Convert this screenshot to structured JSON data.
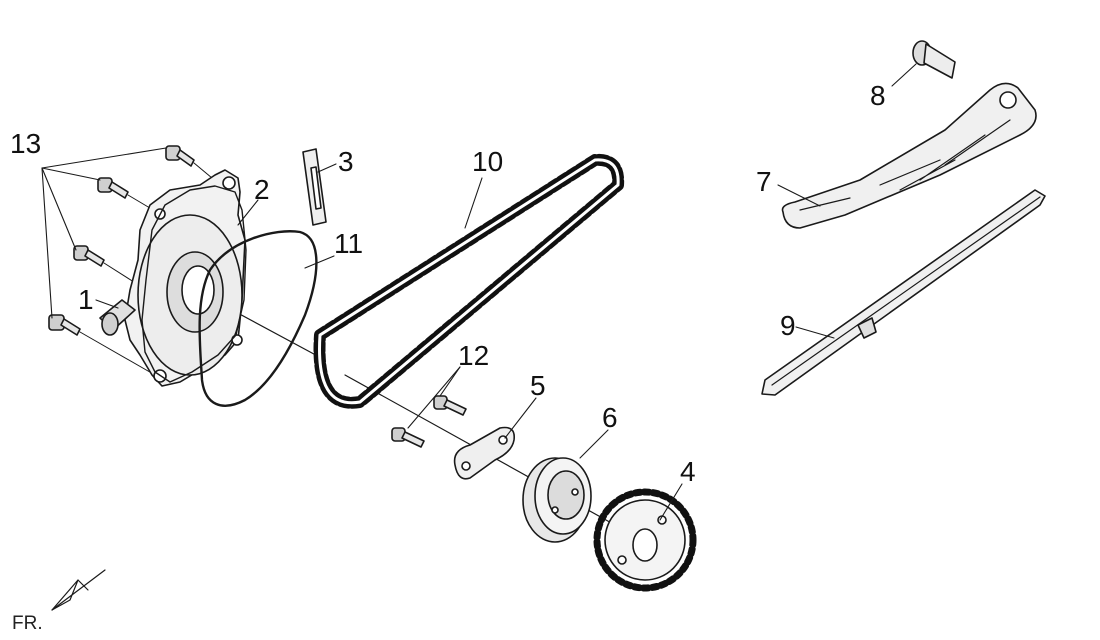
{
  "diagram": {
    "callouts": {
      "c1": "1",
      "c2": "2",
      "c3": "3",
      "c4": "4",
      "c5": "5",
      "c6": "6",
      "c7": "7",
      "c8": "8",
      "c9": "9",
      "c10": "10",
      "c11": "11",
      "c12": "12",
      "c13": "13"
    },
    "direction_label": "FR."
  }
}
